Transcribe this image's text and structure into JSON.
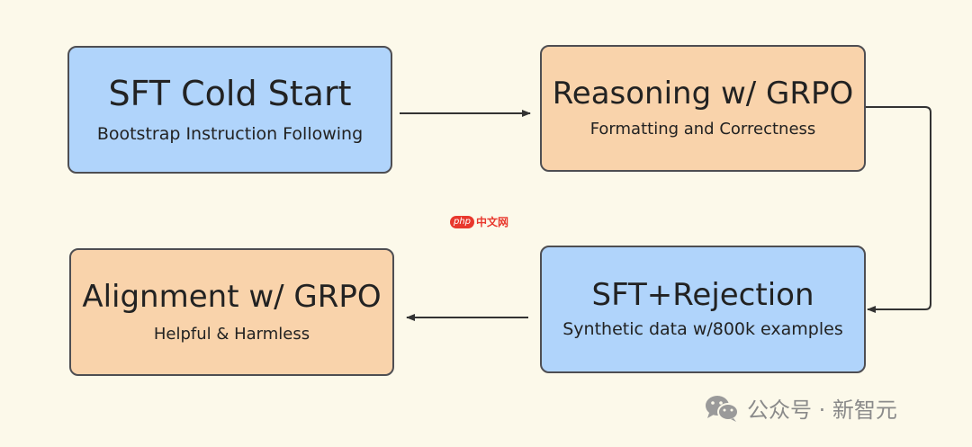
{
  "diagram": {
    "boxes": [
      {
        "id": "sft_cold_start",
        "title": "SFT Cold Start",
        "subtitle": "Bootstrap Instruction Following",
        "color": "#b0d4fb"
      },
      {
        "id": "reasoning_grpo",
        "title": "Reasoning w/ GRPO",
        "subtitle": "Formatting and Correctness",
        "color": "#f9d3ab"
      },
      {
        "id": "sft_rejection",
        "title": "SFT+Rejection",
        "subtitle": "Synthetic data w/800k examples",
        "color": "#b0d4fb"
      },
      {
        "id": "alignment_grpo",
        "title": "Alignment w/ GRPO",
        "subtitle": "Helpful & Harmless",
        "color": "#f9d3ab"
      }
    ],
    "edges": [
      {
        "from": "sft_cold_start",
        "to": "reasoning_grpo"
      },
      {
        "from": "reasoning_grpo",
        "to": "sft_rejection"
      },
      {
        "from": "sft_rejection",
        "to": "alignment_grpo"
      }
    ]
  },
  "site_logo": {
    "badge": "php",
    "text": "中文网",
    "color": "#e8382d"
  },
  "watermark": {
    "text": "公众号 · 新智元",
    "icon": "wechat-icon"
  },
  "colors": {
    "background": "#fcf9ea",
    "border": "#4e4e52",
    "arrow": "#333333"
  }
}
